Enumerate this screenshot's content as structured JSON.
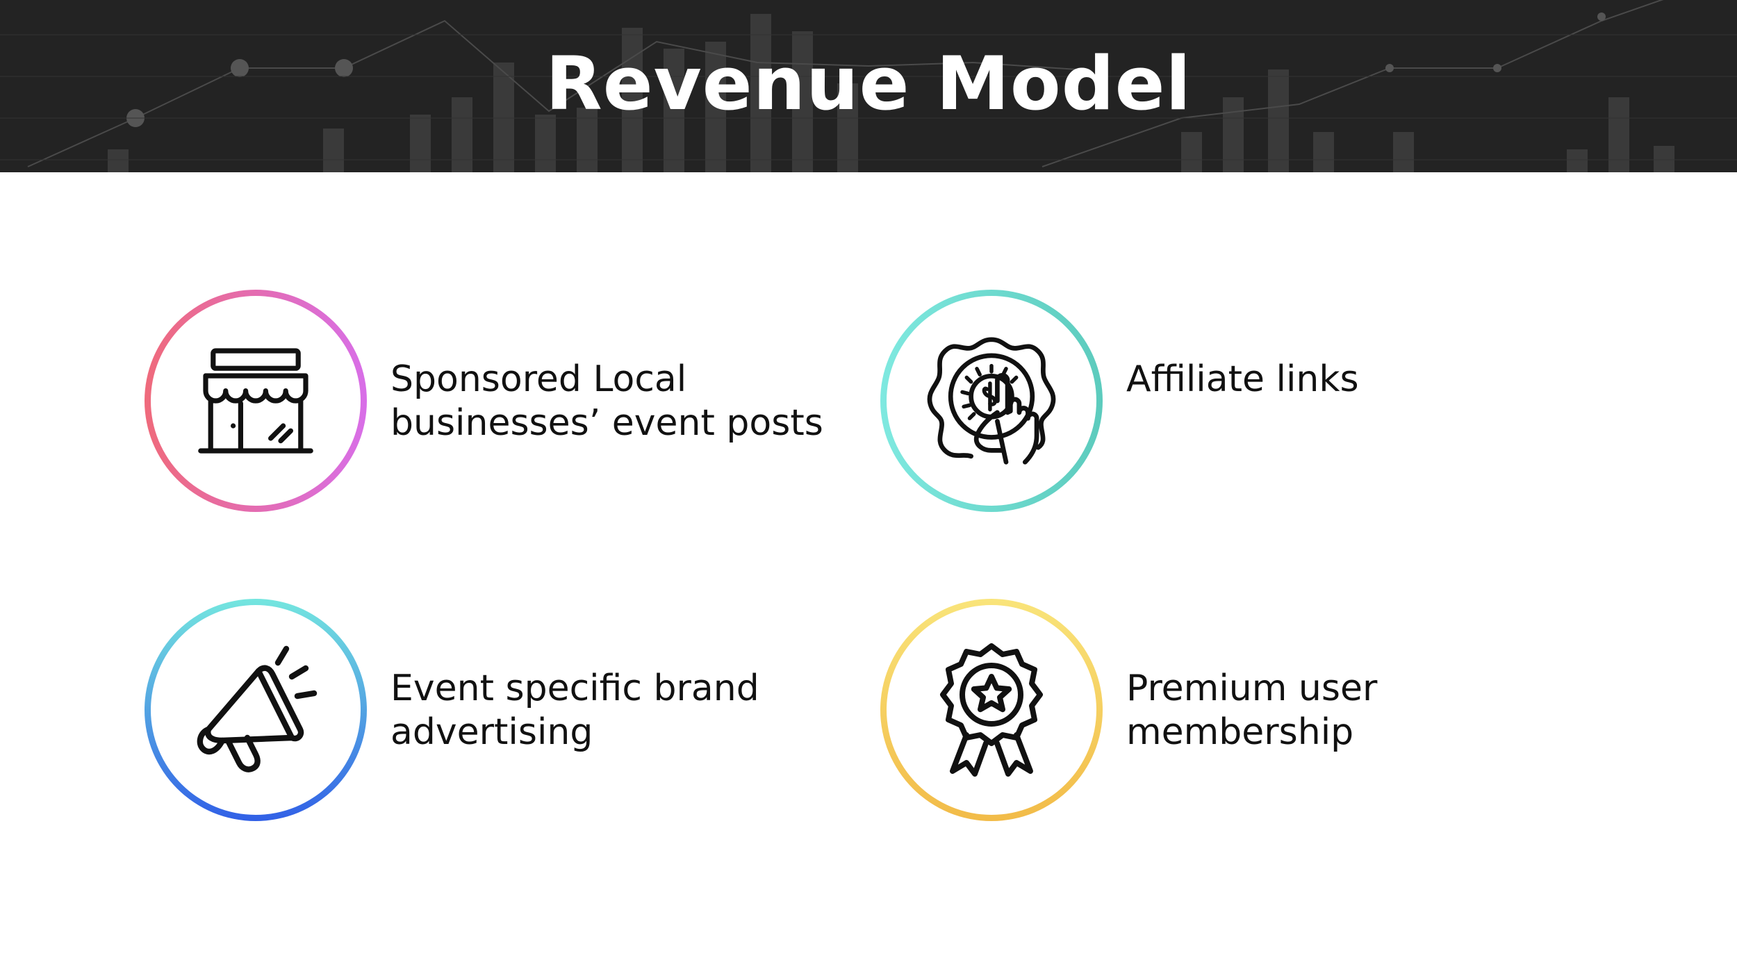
{
  "slide": {
    "title": "Revenue Model",
    "header_background": "#232323"
  },
  "items": [
    {
      "icon": "storefront-icon",
      "line1": "Sponsored Local",
      "line2": "businesses’ event posts",
      "ring_colors": [
        "#ef6a7b",
        "#d86ee8"
      ]
    },
    {
      "icon": "affiliate-coin-click-icon",
      "line1": "Affiliate links",
      "line2": "",
      "ring_colors": [
        "#7fe9e0",
        "#5ccbbd"
      ]
    },
    {
      "icon": "megaphone-icon",
      "line1": "Event specific brand",
      "line2": "advertising",
      "ring_colors": [
        "#74e6df",
        "#3160e6"
      ]
    },
    {
      "icon": "award-ribbon-icon",
      "line1": "Premium user",
      "line2": "membership",
      "ring_colors": [
        "#f9e47a",
        "#f2bb48"
      ]
    }
  ]
}
